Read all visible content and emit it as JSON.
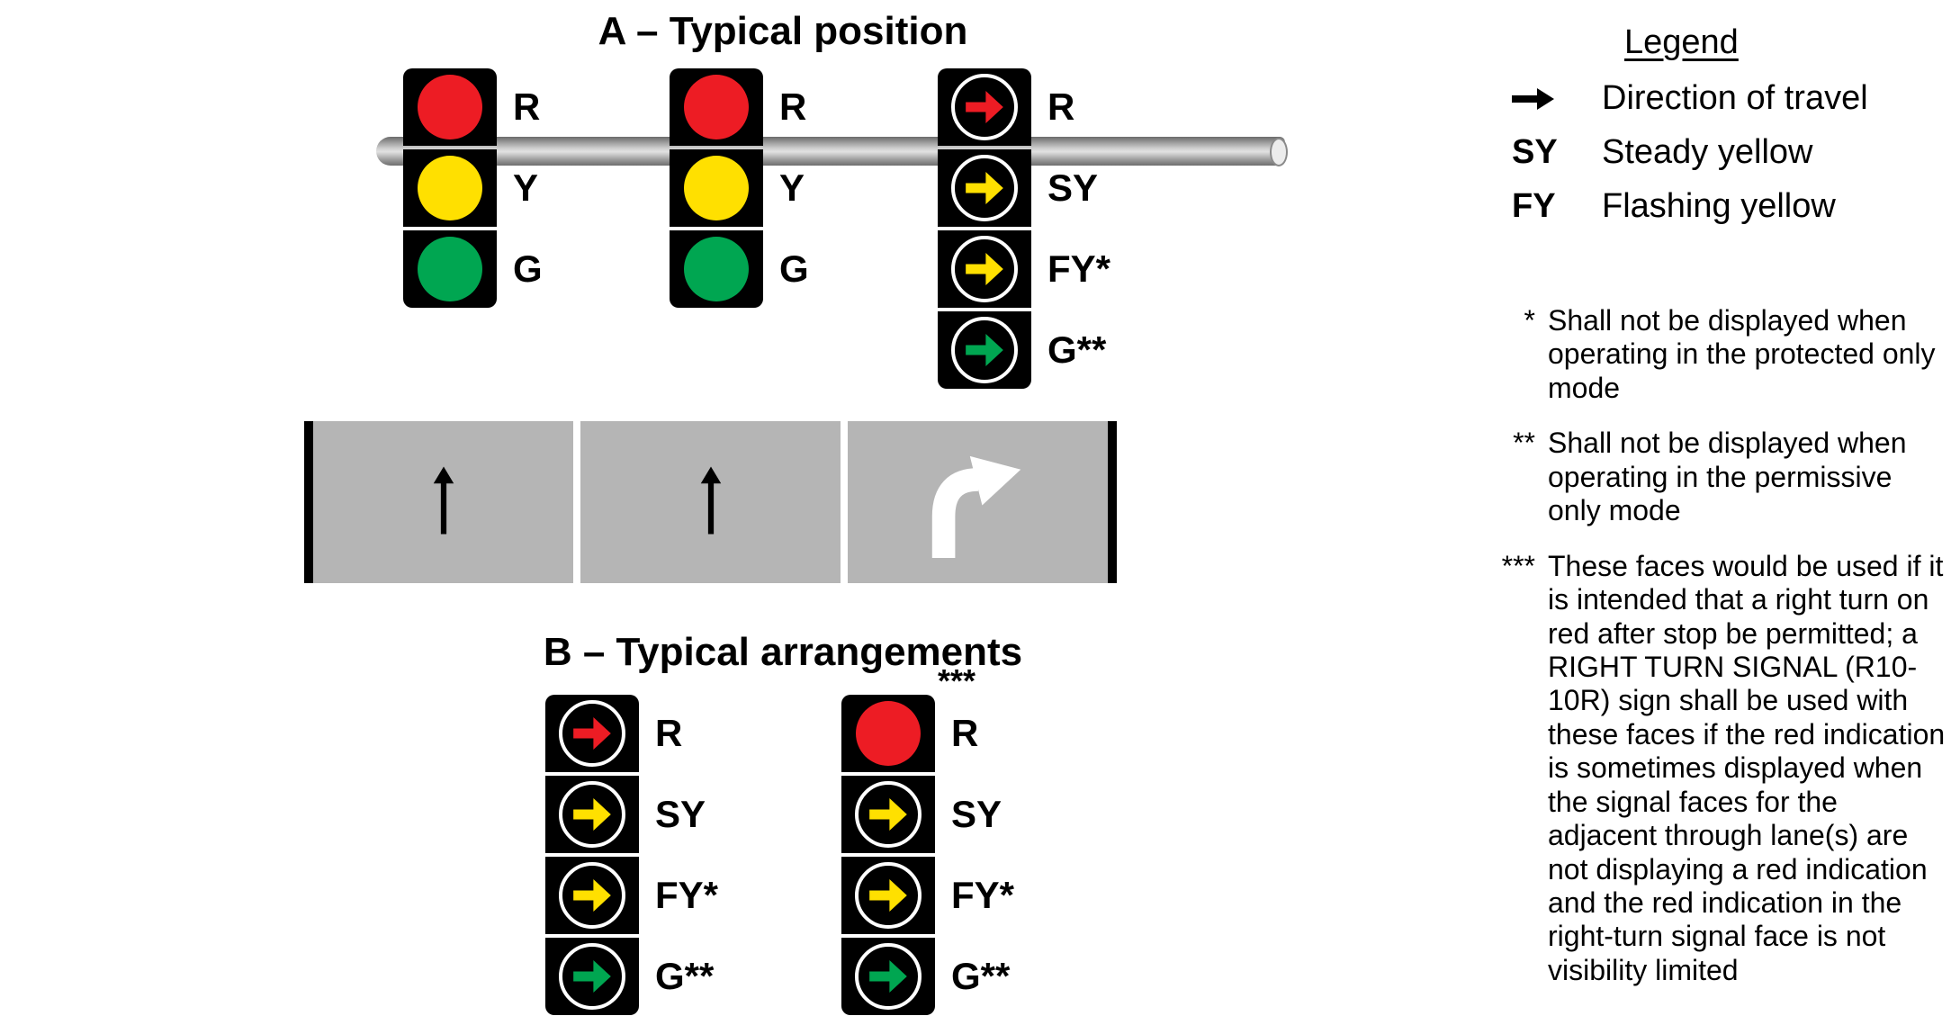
{
  "section_a": {
    "title": "A – Typical position",
    "signals": [
      {
        "id": "a1",
        "lenses": [
          {
            "kind": "ball",
            "color": "red",
            "label": "R"
          },
          {
            "kind": "ball",
            "color": "yellow",
            "label": "Y"
          },
          {
            "kind": "ball",
            "color": "green",
            "label": "G"
          }
        ]
      },
      {
        "id": "a2",
        "lenses": [
          {
            "kind": "ball",
            "color": "red",
            "label": "R"
          },
          {
            "kind": "ball",
            "color": "yellow",
            "label": "Y"
          },
          {
            "kind": "ball",
            "color": "green",
            "label": "G"
          }
        ]
      },
      {
        "id": "a3",
        "lenses": [
          {
            "kind": "arrow",
            "color": "red",
            "label": "R"
          },
          {
            "kind": "arrow",
            "color": "yellow",
            "label": "SY"
          },
          {
            "kind": "arrow",
            "color": "yellow",
            "label": "FY*"
          },
          {
            "kind": "arrow",
            "color": "green",
            "label": "G**"
          }
        ]
      }
    ],
    "road": {
      "lanes": [
        {
          "marking": "straight-arrow"
        },
        {
          "marking": "straight-arrow"
        },
        {
          "marking": "right-turn-arrow"
        }
      ]
    }
  },
  "section_b": {
    "title": "B – Typical arrangements",
    "signals": [
      {
        "id": "b1",
        "lenses": [
          {
            "kind": "arrow",
            "color": "red",
            "label": "R"
          },
          {
            "kind": "arrow",
            "color": "yellow",
            "label": "SY"
          },
          {
            "kind": "arrow",
            "color": "yellow",
            "label": "FY*"
          },
          {
            "kind": "arrow",
            "color": "green",
            "label": "G**"
          }
        ]
      },
      {
        "id": "b2",
        "note": "***",
        "lenses": [
          {
            "kind": "ball",
            "color": "red",
            "label": "R"
          },
          {
            "kind": "arrow",
            "color": "yellow",
            "label": "SY"
          },
          {
            "kind": "arrow",
            "color": "yellow",
            "label": "FY*"
          },
          {
            "kind": "arrow",
            "color": "green",
            "label": "G**"
          }
        ]
      }
    ]
  },
  "legend": {
    "title": "Legend",
    "items": [
      {
        "icon": "direction-arrow-icon",
        "label": "Direction of travel"
      },
      {
        "symbol": "SY",
        "label": "Steady yellow"
      },
      {
        "symbol": "FY",
        "label": "Flashing yellow"
      }
    ]
  },
  "footnotes": [
    {
      "marker": "*",
      "text": "Shall not be displayed when operating in the protected only mode"
    },
    {
      "marker": "**",
      "text": "Shall not be displayed when operating in the permissive only mode"
    },
    {
      "marker": "***",
      "text": "These faces would be used if it is intended that a right turn on red after stop be permitted; a RIGHT TURN SIGNAL (R10-10R) sign shall be used with these faces if the red indication is sometimes displayed when the signal faces for the adjacent through lane(s) are not displaying a red indication and the red indication in the right-turn signal face is not visibility limited"
    }
  ],
  "colors": {
    "signal_red": "#ed1c24",
    "signal_yellow": "#ffe000",
    "signal_green": "#00a651",
    "housing_black": "#000000",
    "pole_gray": "#9a9a9a",
    "road_gray": "#b5b5b5",
    "lane_divider": "#ffffff"
  }
}
